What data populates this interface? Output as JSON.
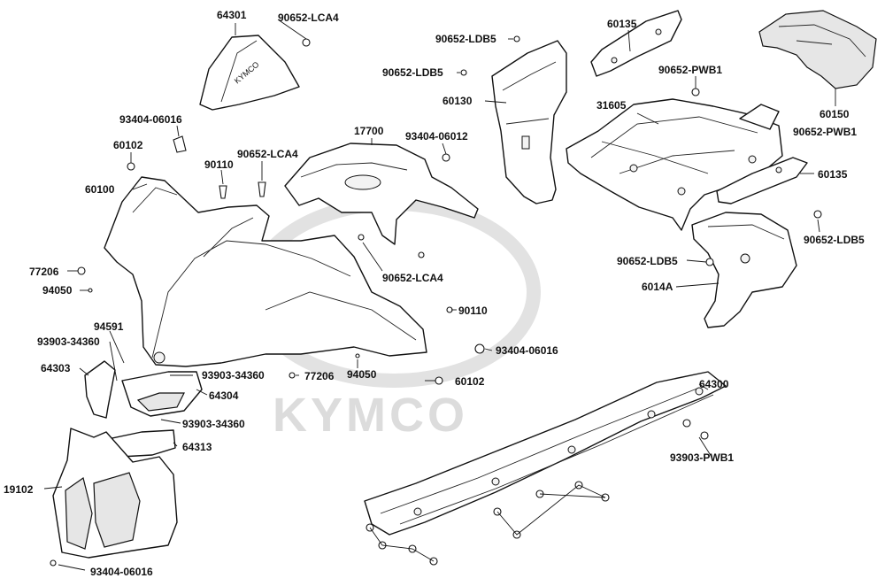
{
  "watermark": {
    "text": "KYMCO",
    "color": "#dcdcdc"
  },
  "windscreen_brand": "KYMCO",
  "part_labels": {
    "p64301": "64301",
    "p90652_lca4_top": "90652-LCA4",
    "p93404_06016_top": "93404-06016",
    "p60102_left": "60102",
    "p60100": "60100",
    "p90110_left": "90110",
    "p90652_lca4_mid": "90652-LCA4",
    "p17700": "17700",
    "p93404_06012": "93404-06012",
    "p90652_ldb5_a": "90652-LDB5",
    "p90652_ldb5_b": "90652-LDB5",
    "p60130": "60130",
    "p60135_top": "60135",
    "p90652_pwb1_a": "90652-PWB1",
    "p31605": "31605",
    "p60150": "60150",
    "p90652_pwb1_b": "90652-PWB1",
    "p60135_right": "60135",
    "p90652_ldb5_c": "90652-LDB5",
    "p90652_ldb5_d": "90652-LDB5",
    "p6014a": "6014A",
    "p77206_left": "77206",
    "p94050_left": "94050",
    "p90652_lca4_low": "90652-LCA4",
    "p90110_right": "90110",
    "p94591": "94591",
    "p93903_34360_a": "93903-34360",
    "p93404_06016_mid": "93404-06016",
    "p64303": "64303",
    "p93903_34360_b": "93903-34360",
    "p77206_mid": "77206",
    "p94050_mid": "94050",
    "p60102_mid": "60102",
    "p64304": "64304",
    "p93903_34360_c": "93903-34360",
    "p64300": "64300",
    "p64313": "64313",
    "p93903_pwb1": "93903-PWB1",
    "p19102": "19102",
    "p93404_06016_bottom": "93404-06016"
  }
}
